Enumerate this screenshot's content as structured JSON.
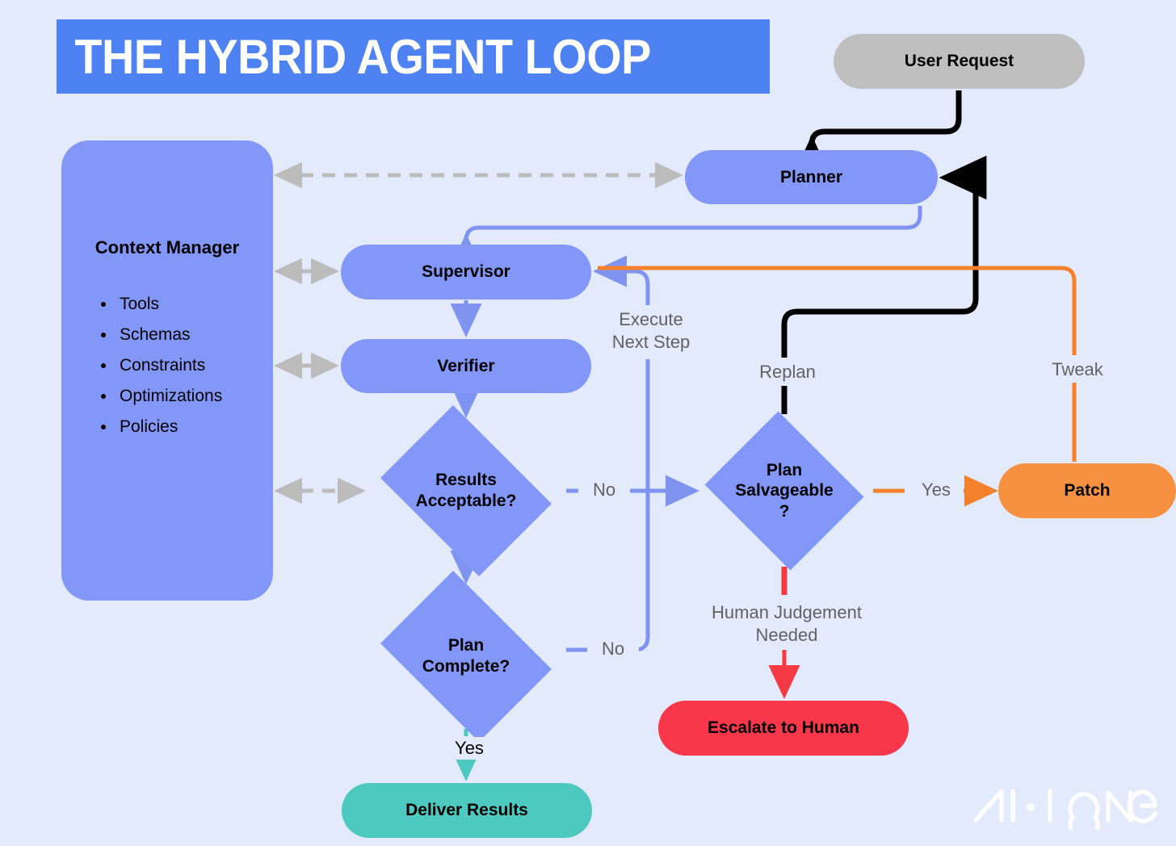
{
  "title": {
    "text": "THE HYBRID AGENT LOOP",
    "banner_color": "#4e82f2",
    "text_color": "#ffffff"
  },
  "background_color": "#e3eafb",
  "context_panel": {
    "heading": "Context Manager",
    "items": [
      "Tools",
      "Schemas",
      "Constraints",
      "Optimizations",
      "Policies"
    ],
    "color": "#8297f7"
  },
  "nodes": {
    "user_request": {
      "label": "User Request",
      "color": "#bfbfbf",
      "shape": "pill"
    },
    "planner": {
      "label": "Planner",
      "color": "#8297f7",
      "shape": "pill"
    },
    "supervisor": {
      "label": "Supervisor",
      "color": "#8297f7",
      "shape": "pill"
    },
    "verifier": {
      "label": "Verifier",
      "color": "#8297f7",
      "shape": "pill"
    },
    "results_acceptable": {
      "label": "Results\nAcceptable?",
      "color": "#8297f7",
      "shape": "diamond"
    },
    "plan_complete": {
      "label": "Plan\nComplete?",
      "color": "#8297f7",
      "shape": "diamond"
    },
    "plan_salvageable": {
      "label": "Plan\nSalvageable\n?",
      "color": "#8297f7",
      "shape": "diamond"
    },
    "patch": {
      "label": "Patch",
      "color": "#f59140",
      "shape": "pill"
    },
    "escalate": {
      "label": "Escalate to Human",
      "color": "#f8384a",
      "shape": "pill"
    },
    "deliver": {
      "label": "Deliver Results",
      "color": "#4ec9c0",
      "shape": "pill"
    }
  },
  "edge_labels": {
    "execute_next_step": "Execute\nNext Step",
    "no_results": "No",
    "no_complete": "No",
    "replan": "Replan",
    "tweak": "Tweak",
    "yes_salvageable": "Yes",
    "human_judgement": "Human Judgement\nNeeded",
    "yes_complete": "Yes"
  },
  "edge_colors": {
    "black": "#000000",
    "blue": "#7f93f0",
    "orange": "#f5812c",
    "red": "#f33a44",
    "teal": "#4ec9c0",
    "gray_dashed": "#bcbcbc"
  },
  "watermark": {
    "text": "AI·ONE",
    "color": "#ffffff"
  }
}
